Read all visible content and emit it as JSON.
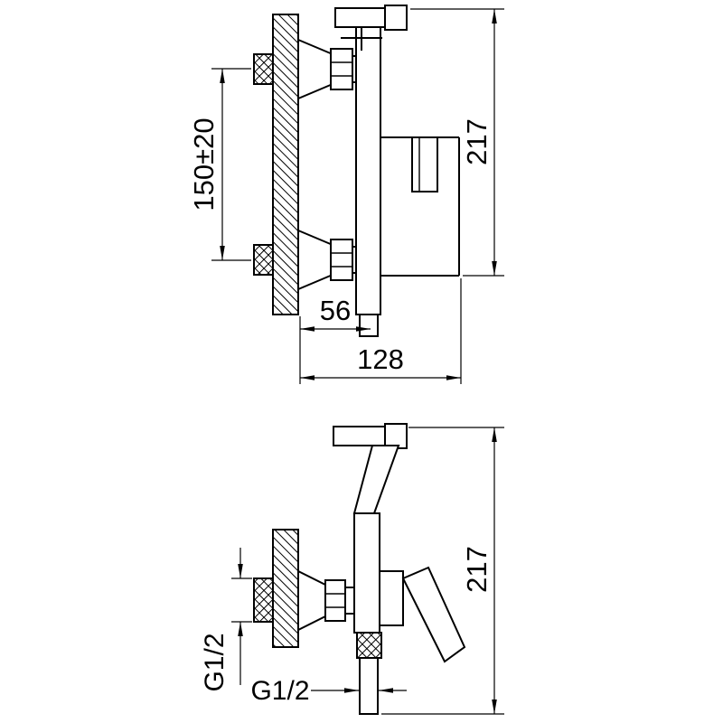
{
  "figure": {
    "type": "technical-drawing",
    "views": {
      "front": {
        "dimensions": {
          "overall_height": "217",
          "inlet_spacing": "150±20",
          "wall_to_spout": "56",
          "overall_depth": "128"
        }
      },
      "side": {
        "dimensions": {
          "overall_height": "217",
          "wall_thread": "G1/2",
          "outlet_thread": "G1/2"
        }
      }
    },
    "colors": {
      "line": "#000000",
      "background": "#ffffff"
    }
  }
}
